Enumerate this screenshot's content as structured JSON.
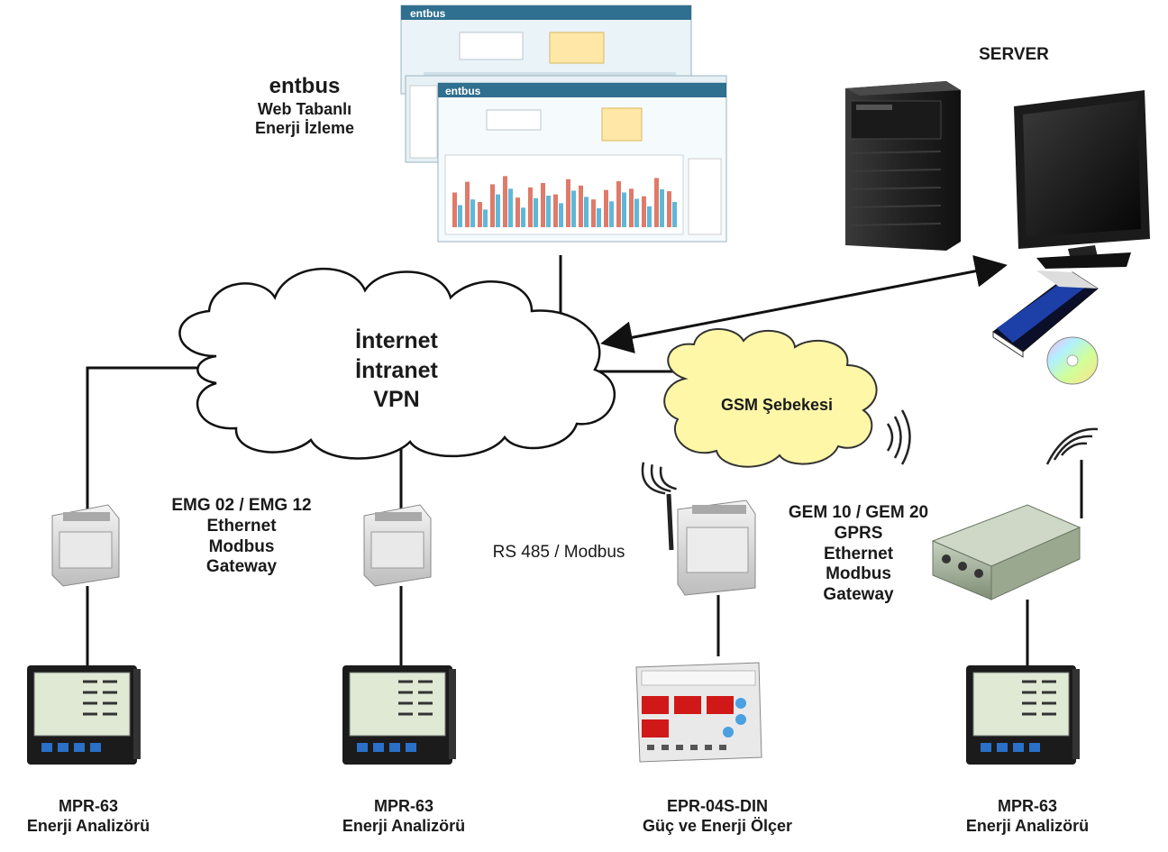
{
  "web_app": {
    "title": "entbus",
    "line1": "Web Tabanlı",
    "line2": "Enerji İzleme",
    "screen_logo": "entbus",
    "chart_values_a": [
      55,
      72,
      40,
      68,
      81,
      47,
      63,
      70,
      52,
      76,
      66,
      44,
      59,
      73,
      61,
      49,
      78,
      57
    ],
    "chart_values_b": [
      35,
      44,
      28,
      52,
      61,
      31,
      46,
      50,
      38,
      58,
      48,
      30,
      41,
      55,
      45,
      33,
      60,
      40
    ]
  },
  "server": {
    "label": "SERVER"
  },
  "cloud_internet": {
    "line1": "İnternet",
    "line2": "İntranet",
    "line3": "VPN"
  },
  "cloud_gsm": {
    "label": "GSM Şebekesi"
  },
  "gateway_emg": {
    "line1": "EMG 02 / EMG 12",
    "line2": "Ethernet",
    "line3": "Modbus",
    "line4": "Gateway"
  },
  "link_rs485": {
    "label": "RS 485 / Modbus"
  },
  "gateway_gem": {
    "line1": "GEM 10 / GEM 20",
    "line2": "GPRS",
    "line3": "Ethernet",
    "line4": "Modbus",
    "line5": "Gateway"
  },
  "devices": [
    {
      "name": "MPR-63",
      "desc": "Enerji Analizörü"
    },
    {
      "name": "MPR-63",
      "desc": "Enerji Analizörü"
    },
    {
      "name": "EPR-04S-DIN",
      "desc": "Güç ve Enerji Ölçer"
    },
    {
      "name": "MPR-63",
      "desc": "Enerji Analizörü"
    }
  ],
  "colors": {
    "cloud_white": "#ffffff",
    "cloud_yellow": "#fff7a8",
    "line": "#111111",
    "screen_header": "#2f6f8f",
    "display_red": "#d01818"
  }
}
